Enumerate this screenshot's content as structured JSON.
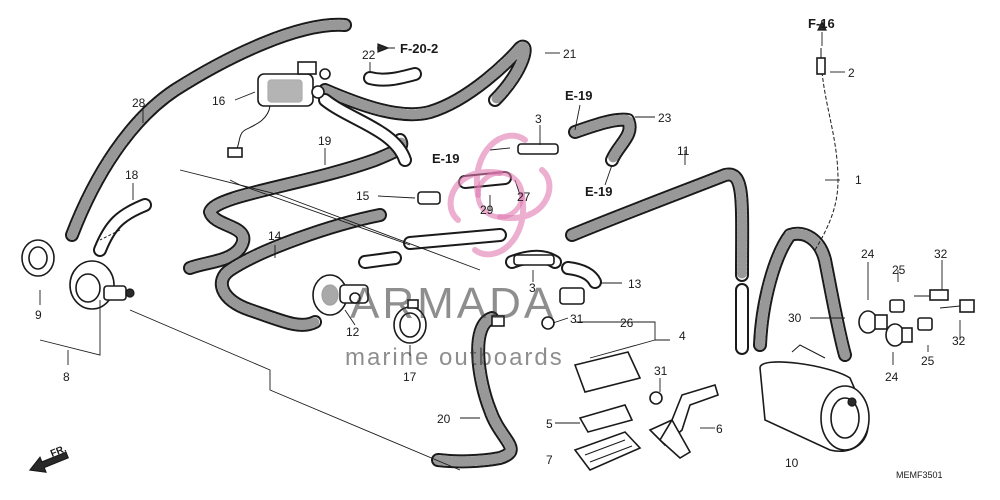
{
  "diagram": {
    "callouts": [
      "1",
      "2",
      "3",
      "3",
      "4",
      "5",
      "6",
      "7",
      "8",
      "9",
      "10",
      "11",
      "12",
      "13",
      "14",
      "15",
      "16",
      "17",
      "18",
      "19",
      "20",
      "21",
      "22",
      "23",
      "24",
      "24",
      "25",
      "25",
      "26",
      "27",
      "28",
      "29",
      "30",
      "31",
      "31",
      "32",
      "32"
    ],
    "refs": [
      "F-20-2",
      "E-19",
      "E-19",
      "E-19",
      "F-16"
    ],
    "direction_label": "FR.",
    "diagram_code": "MEMF3501"
  },
  "watermark": {
    "brand": "ARMADA",
    "tagline": "marine outboards",
    "color": "#e07ab0"
  }
}
